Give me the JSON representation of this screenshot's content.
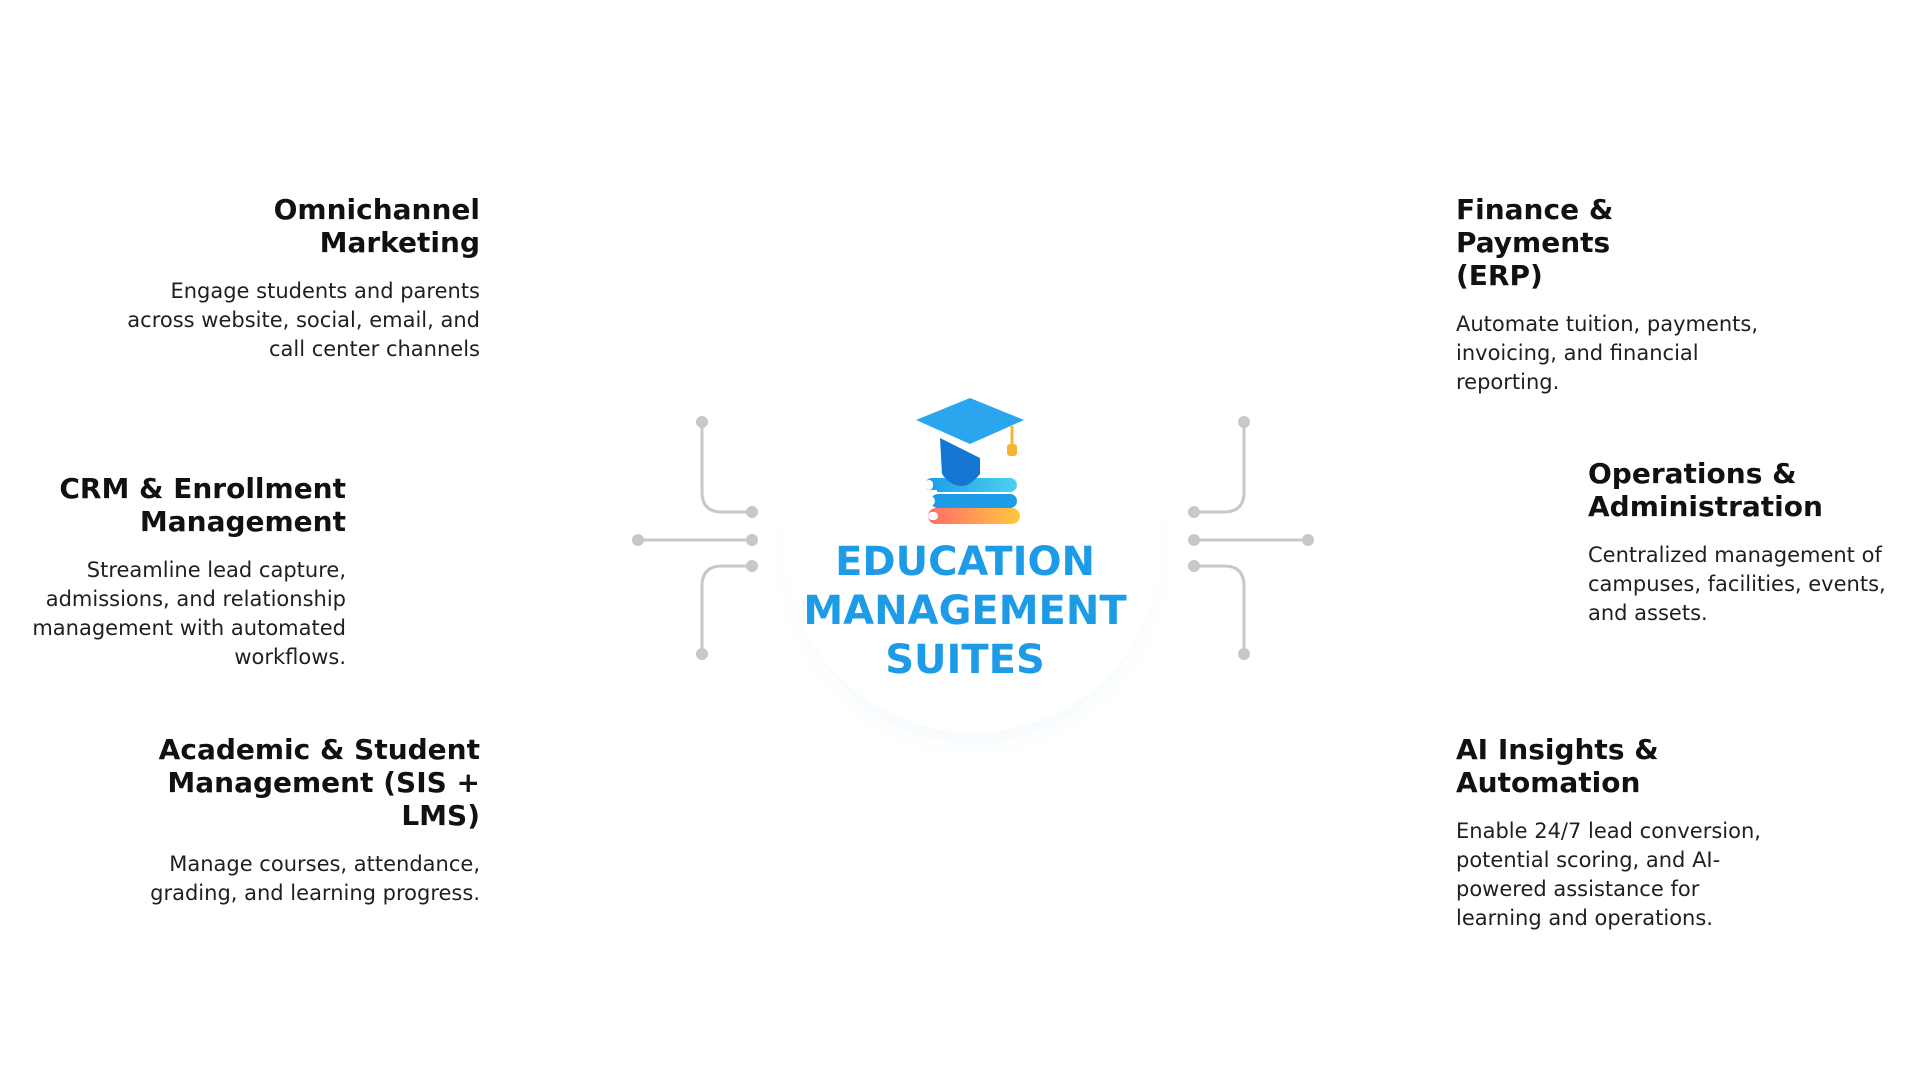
{
  "center": {
    "title_lines": [
      "EDUCATION",
      "MANAGEMENT",
      "SUITES"
    ],
    "icon": "graduation-cap-books-icon",
    "title_color": "#1d9be6"
  },
  "nodes": [
    {
      "id": "omnichannel",
      "title": "Omnichannel\nMarketing",
      "description": "Engage students and parents across website, social, email, and call center channels",
      "icon": "globe-people-icon",
      "color": "#1b8ff0"
    },
    {
      "id": "crm",
      "title": "CRM & Enrollment\nManagement",
      "description": "Streamline lead capture, admissions, and relationship management with automated workflows.",
      "icon": "people-exchange-icon",
      "color": "#19a8f0"
    },
    {
      "id": "academic",
      "title": "Academic & Student\nManagement (SIS + LMS)",
      "description": "Manage courses, attendance, grading, and learning progress.",
      "icon": "classroom-board-icon",
      "color": "#1dc4d6"
    },
    {
      "id": "finance",
      "title": "Finance & Payments\n(ERP)",
      "description": "Automate tuition, payments, invoicing, and financial reporting.",
      "icon": "monitor-chart-icon",
      "color": "#1fd28a"
    },
    {
      "id": "operations",
      "title": "Operations &\nAdministration",
      "description": "Centralized management of campuses, facilities, events, and assets.",
      "icon": "gear-people-icon",
      "color": "#8fd04f"
    },
    {
      "id": "ai",
      "title": "AI Insights &\nAutomation",
      "description": "Enable 24/7 lead conversion, potential scoring, and AI-powered assistance for learning and operations.",
      "icon": "brain-head-icon",
      "color": "#8a7ef0"
    }
  ]
}
